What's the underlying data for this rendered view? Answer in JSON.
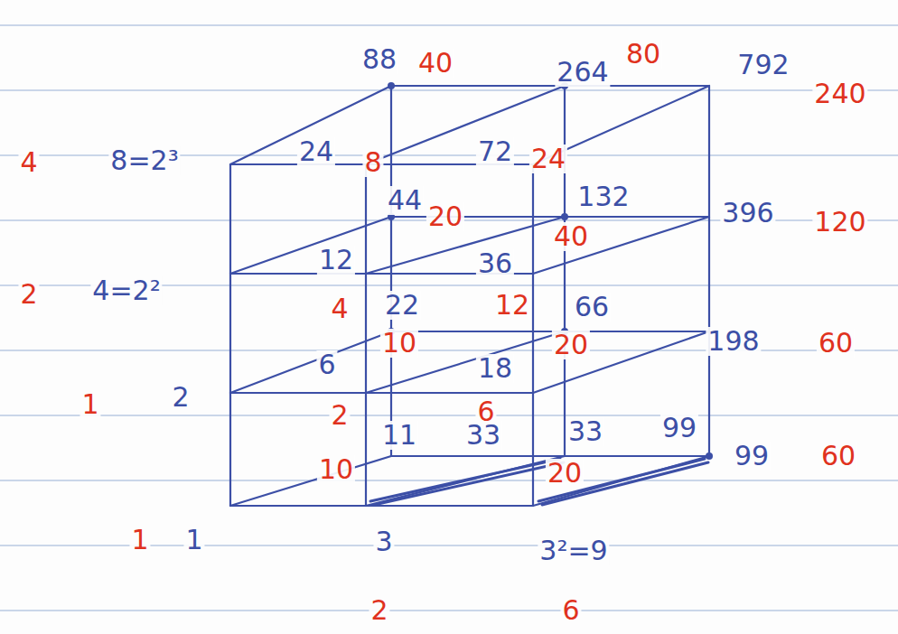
{
  "diagram": {
    "labels": [
      "88",
      "40",
      "264",
      "80",
      "792",
      "240",
      "4",
      "8=2³",
      "24",
      "8",
      "72",
      "24",
      "44",
      "20",
      "132",
      "40",
      "396",
      "120",
      "2",
      "4=2²",
      "12",
      "4",
      "36",
      "12",
      "22",
      "10",
      "66",
      "20",
      "198",
      "60",
      "1",
      "2",
      "6",
      "2",
      "18",
      "6",
      "11",
      "10",
      "33",
      "33",
      "20",
      "99",
      "99",
      "60",
      "1",
      "1",
      "3",
      "2",
      "3²=9",
      "6"
    ]
  }
}
